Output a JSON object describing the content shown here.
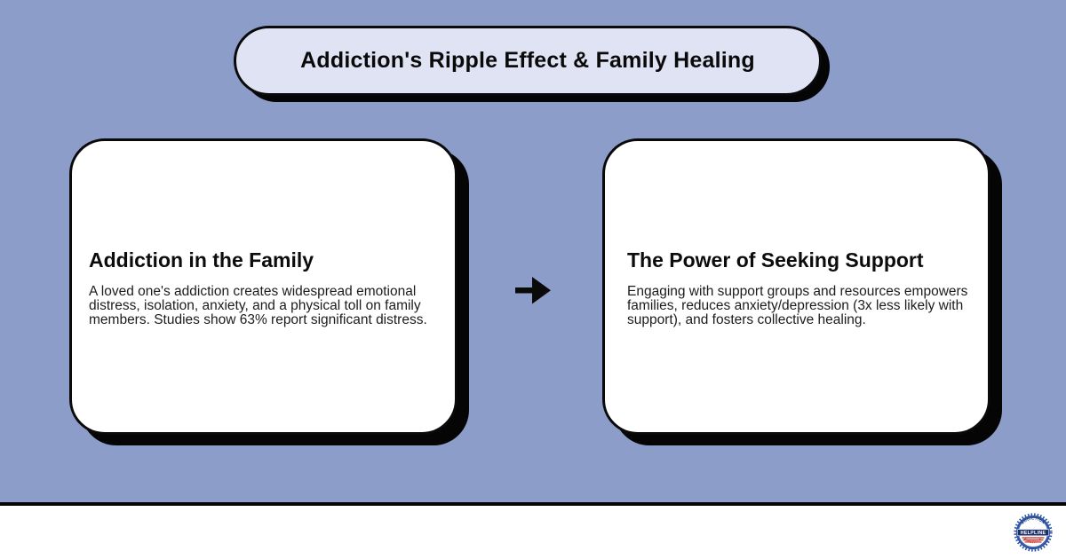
{
  "header": {
    "title": "Addiction's Ripple Effect & Family Healing"
  },
  "cards": [
    {
      "heading": "Addiction in the Family",
      "body": "A loved one's addiction creates widespread emotional distress, isolation, anxiety, and a physical toll on family members. Studies show 63% report significant distress."
    },
    {
      "heading": "The Power of Seeking Support",
      "body": "Engaging with support groups and resources empowers families, reduces anxiety/depression (3x less likely with support), and fosters collective healing."
    }
  ],
  "connector": {
    "icon": "arrow-right-icon"
  },
  "footer": {
    "logo": {
      "icon": "addiction-helpline-america-badge",
      "arc_top": "ADDICTION",
      "band": "HELPLINE",
      "arc_bottom": "AMERICA"
    }
  },
  "colors": {
    "background": "#8d9dca",
    "pill_fill": "#dfe3f4",
    "card_fill": "#ffffff",
    "outline": "#0a0a0a",
    "shadow": "#050505",
    "badge_blue": "#2e55a5",
    "badge_navy": "#1b2f6b",
    "badge_red": "#c6362f"
  }
}
